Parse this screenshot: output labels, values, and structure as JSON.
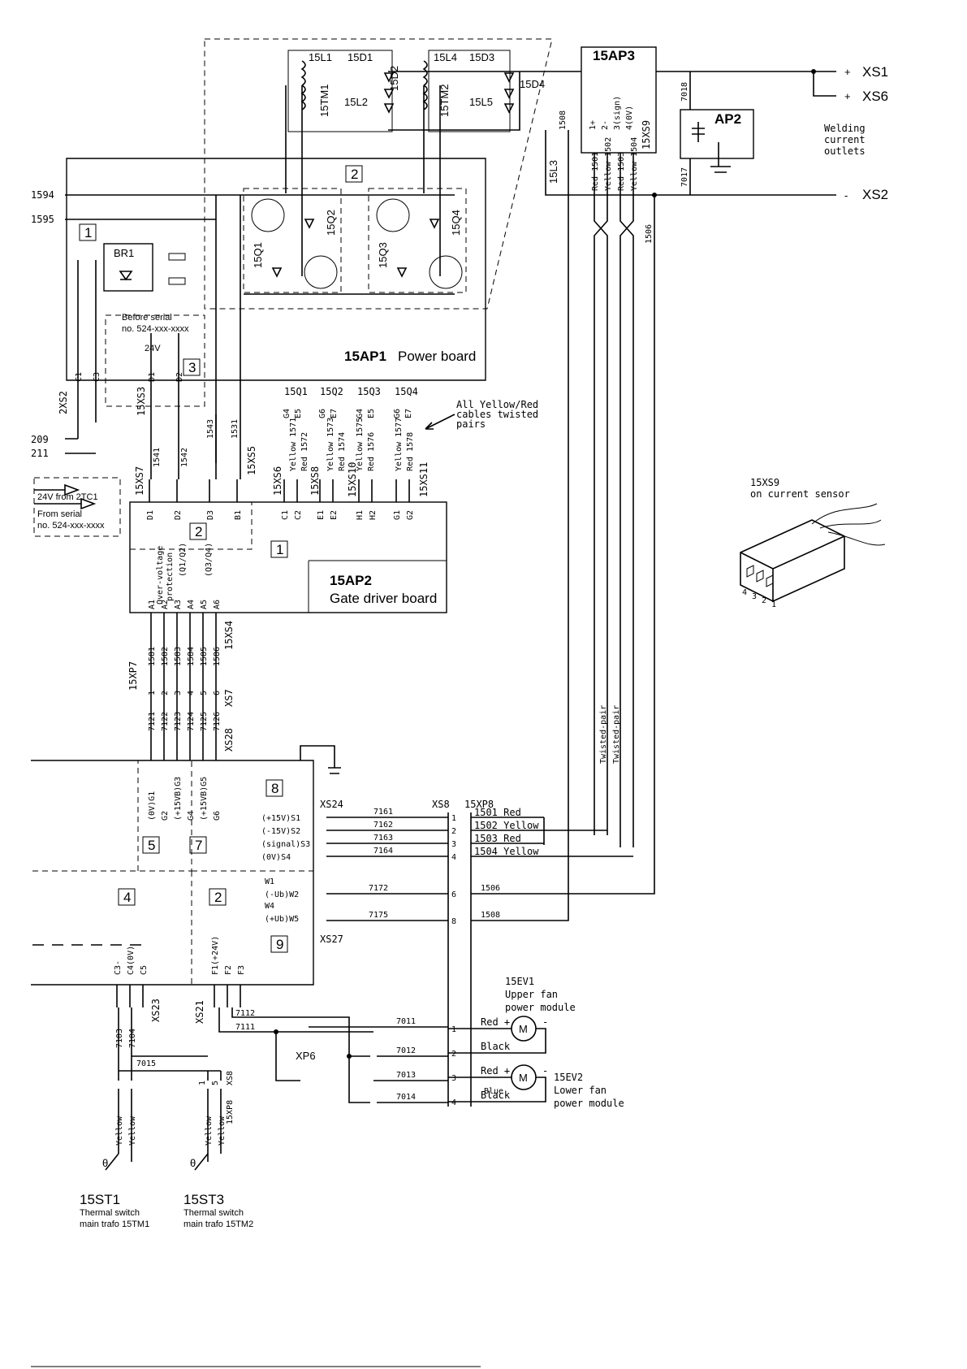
{
  "boards": {
    "power_board": {
      "id": "15AP1",
      "name": "Power board"
    },
    "gate_driver": {
      "id": "15AP2",
      "name": "Gate driver board"
    },
    "sensor": {
      "id": "15AP3"
    },
    "filter": {
      "id": "AP2"
    }
  },
  "area_numbers": {
    "a1": "1",
    "a2": "2",
    "a3": "3",
    "g1": "1",
    "g2": "2",
    "c8": "8",
    "c5": "5",
    "c7": "7",
    "c4": "4",
    "c2": "2",
    "c9": "9"
  },
  "components": {
    "l1": "15L1",
    "d1": "15D1",
    "d2": "15D2",
    "l4": "15L4",
    "d3": "15D3",
    "d4": "15D4",
    "tm1": "15TM1",
    "l2": "15L2",
    "tm2": "15TM2",
    "l5": "15L5",
    "l3": "15L3",
    "q1": "15Q1",
    "q2": "15Q2",
    "q3": "15Q3",
    "q4": "15Q4",
    "br1": "BR1",
    "ev1": "15EV1",
    "ev2": "15EV2",
    "st1": "15ST1",
    "st3": "15ST3",
    "m": "M"
  },
  "terminals": {
    "xs1": "XS1",
    "xs6": "XS6",
    "xs2": "XS2",
    "plus": "+",
    "minus": "-"
  },
  "outlets_label": [
    "Welding",
    "current",
    "outlets"
  ],
  "sensor_pins": [
    "1+",
    "2-",
    "3(sign)",
    "4(0V)"
  ],
  "connectors": {
    "xs9": "15XS9",
    "xs2_2": "2XS2",
    "xs3": "15XS3",
    "xs7": "15XS7",
    "xs5": "15XS5",
    "xs6": "15XS6",
    "xs8": "15XS8",
    "xs10": "15XS10",
    "xs11": "15XS11",
    "xs4": "15XS4",
    "xp7": "15XP7",
    "xs7b": "XS7",
    "xs28": "XS28",
    "xs24": "XS24",
    "xs8b": "XS8",
    "xp8": "15XP8",
    "xs27": "XS27",
    "xs23": "XS23",
    "xs21": "XS21",
    "xp6": "XP6",
    "xs8c": "XS8",
    "xp8b": "15XP8"
  },
  "wires": {
    "w1594": "1594",
    "w1595": "1595",
    "w209": "209",
    "w211": "211",
    "w1543": "1543",
    "w1531": "1531",
    "w1541": "1541",
    "w1542": "1542",
    "w1508": "1508",
    "w1506": "1506",
    "w7018": "7018",
    "w7017": "7017",
    "w1501": "Red 1501",
    "w1502": "Yellow 1502",
    "w1503": "Red 1503",
    "w1504": "Yellow 1504",
    "w7161": "7161",
    "w7162": "7162",
    "w7163": "7163",
    "w7164": "7164",
    "w7172": "7172",
    "w7175": "7175",
    "w1506b": "1506",
    "w1508b": "1508",
    "w7011": "7011",
    "w7012": "7012",
    "w7013": "7013",
    "w7014": "7014",
    "w7112": "7112",
    "w7111": "7111",
    "w7103": "7103",
    "w7104": "7104",
    "w7015": "7015"
  },
  "gate_wires": [
    {
      "q": "15Q1",
      "p1": "G4",
      "p2": "E5",
      "w1": "Yellow 1571",
      "w2": "Red 1572"
    },
    {
      "q": "15Q2",
      "p1": "G6",
      "p2": "E7",
      "w1": "Yellow 1573",
      "w2": "Red 1574"
    },
    {
      "q": "15Q3",
      "p1": "G4",
      "p2": "E5",
      "w1": "Yellow 1575",
      "w2": "Red 1576"
    },
    {
      "q": "15Q4",
      "p1": "G6",
      "p2": "E7",
      "w1": "Yellow 1577",
      "w2": "Red 1578"
    }
  ],
  "twisted_note": [
    "All Yellow/Red",
    "cables twisted",
    "pairs"
  ],
  "notes": {
    "before_serial_1": "Before serial",
    "before_serial_2": "no. 524-xxx-xxxx",
    "v24": "24V",
    "from_2tc1": "24V  from 2TC1",
    "from_serial_1": "From serial",
    "from_serial_2": "no. 524-xxx-xxxx"
  },
  "pins_gate_top": [
    "D1",
    "D2",
    "D3",
    "B1",
    "C1",
    "C2",
    "E1",
    "E2",
    "H1",
    "H2",
    "G1",
    "G2"
  ],
  "pins_gate_bottom": [
    "A1",
    "A2",
    "A3",
    "A4",
    "A5",
    "A6"
  ],
  "gate_bottom_labels": {
    "ov": "Over-voltage",
    "prot": "protection",
    "q12": "(Q1/Q2)",
    "q34": "(Q3/Q4)"
  },
  "pins_2xs2": [
    "C1",
    "C3"
  ],
  "pins_xs3": [
    "D1",
    "D2"
  ],
  "wires_15xp7": [
    "1581",
    "1582",
    "1583",
    "1584",
    "1585",
    "1586"
  ],
  "wires_7121": [
    "7121",
    "7122",
    "7123",
    "7124",
    "7125",
    "7126"
  ],
  "pins_xs7": [
    "1",
    "2",
    "3",
    "4",
    "5",
    "6"
  ],
  "pins_g": [
    "(0V)G1",
    "G2",
    "(+15VB)G3",
    "G4",
    "(+15VB)G5",
    "G6"
  ],
  "pins_s": [
    "(+15V)S1",
    "(-15V)S2",
    "(signal)S3",
    "(0V)S4"
  ],
  "pins_w": [
    "W1",
    "(-Ub)W2",
    "W4",
    "(+Ub)W5"
  ],
  "pins_c": [
    "C3-",
    "C4(0V)",
    "C5"
  ],
  "pins_f": [
    "F1(+24V)",
    "F2",
    "F3"
  ],
  "xp8_labels": [
    "1501 Red",
    "1502 Yellow",
    "1503 Red",
    "1504 Yellow"
  ],
  "xp8_pins": [
    "1",
    "2",
    "3",
    "4",
    "6",
    "8"
  ],
  "fan_pins": [
    "1",
    "2",
    "3",
    "4"
  ],
  "fan_labels": {
    "red1": "Red +",
    "black1": "Black",
    "red2": "Red +",
    "black2": "Black",
    "blue2": "Blue",
    "minus": "-"
  },
  "ev1_desc": [
    "Upper fan",
    "power module"
  ],
  "ev2_desc": [
    "Lower fan",
    "power module"
  ],
  "st1_desc": [
    "Thermal switch",
    "main trafo 15TM1"
  ],
  "st3_desc": [
    "Thermal switch",
    "main trafo 15TM2"
  ],
  "st_wires": [
    "Yellow",
    "Yellow"
  ],
  "st_theta": "θ",
  "xs8c_pins": [
    "1",
    "5"
  ],
  "twisted_pair": "Twisted-pair",
  "sensor_caption": [
    "15XS9",
    "on current sensor"
  ],
  "sensor_pin_nums": [
    "4",
    "3",
    "2",
    "1"
  ]
}
